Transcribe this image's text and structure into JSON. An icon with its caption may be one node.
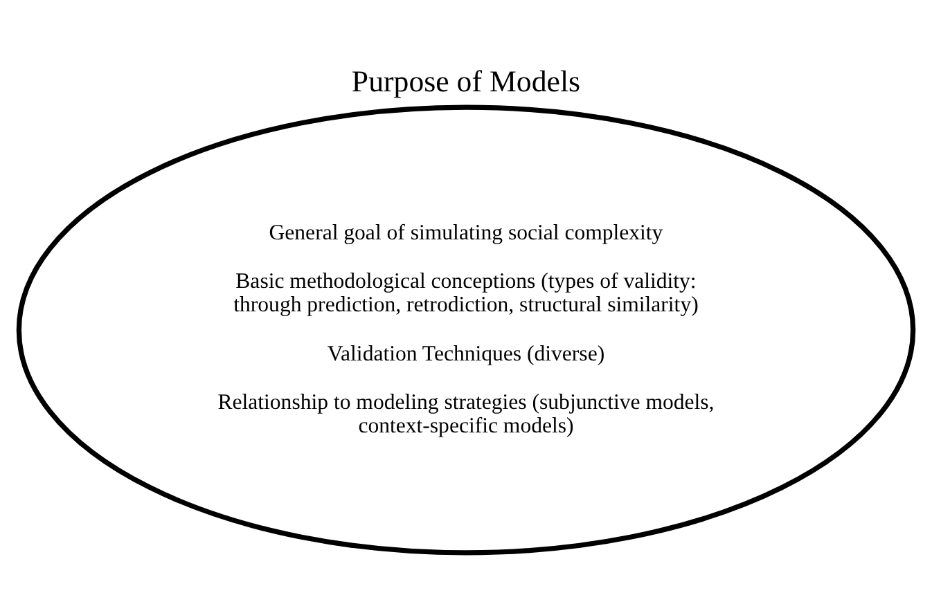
{
  "diagram": {
    "title": "Purpose of Models",
    "nodes": [
      {
        "text": [
          "General goal of simulating social complexity",
          "Basic methodological conceptions (types of validity: through prediction, retrodiction, structural similarity)",
          "Validation Techniques (diverse)",
          "Relationship to modeling strategies (subjunctive models, context-specific models)"
        ]
      }
    ],
    "edges": []
  }
}
